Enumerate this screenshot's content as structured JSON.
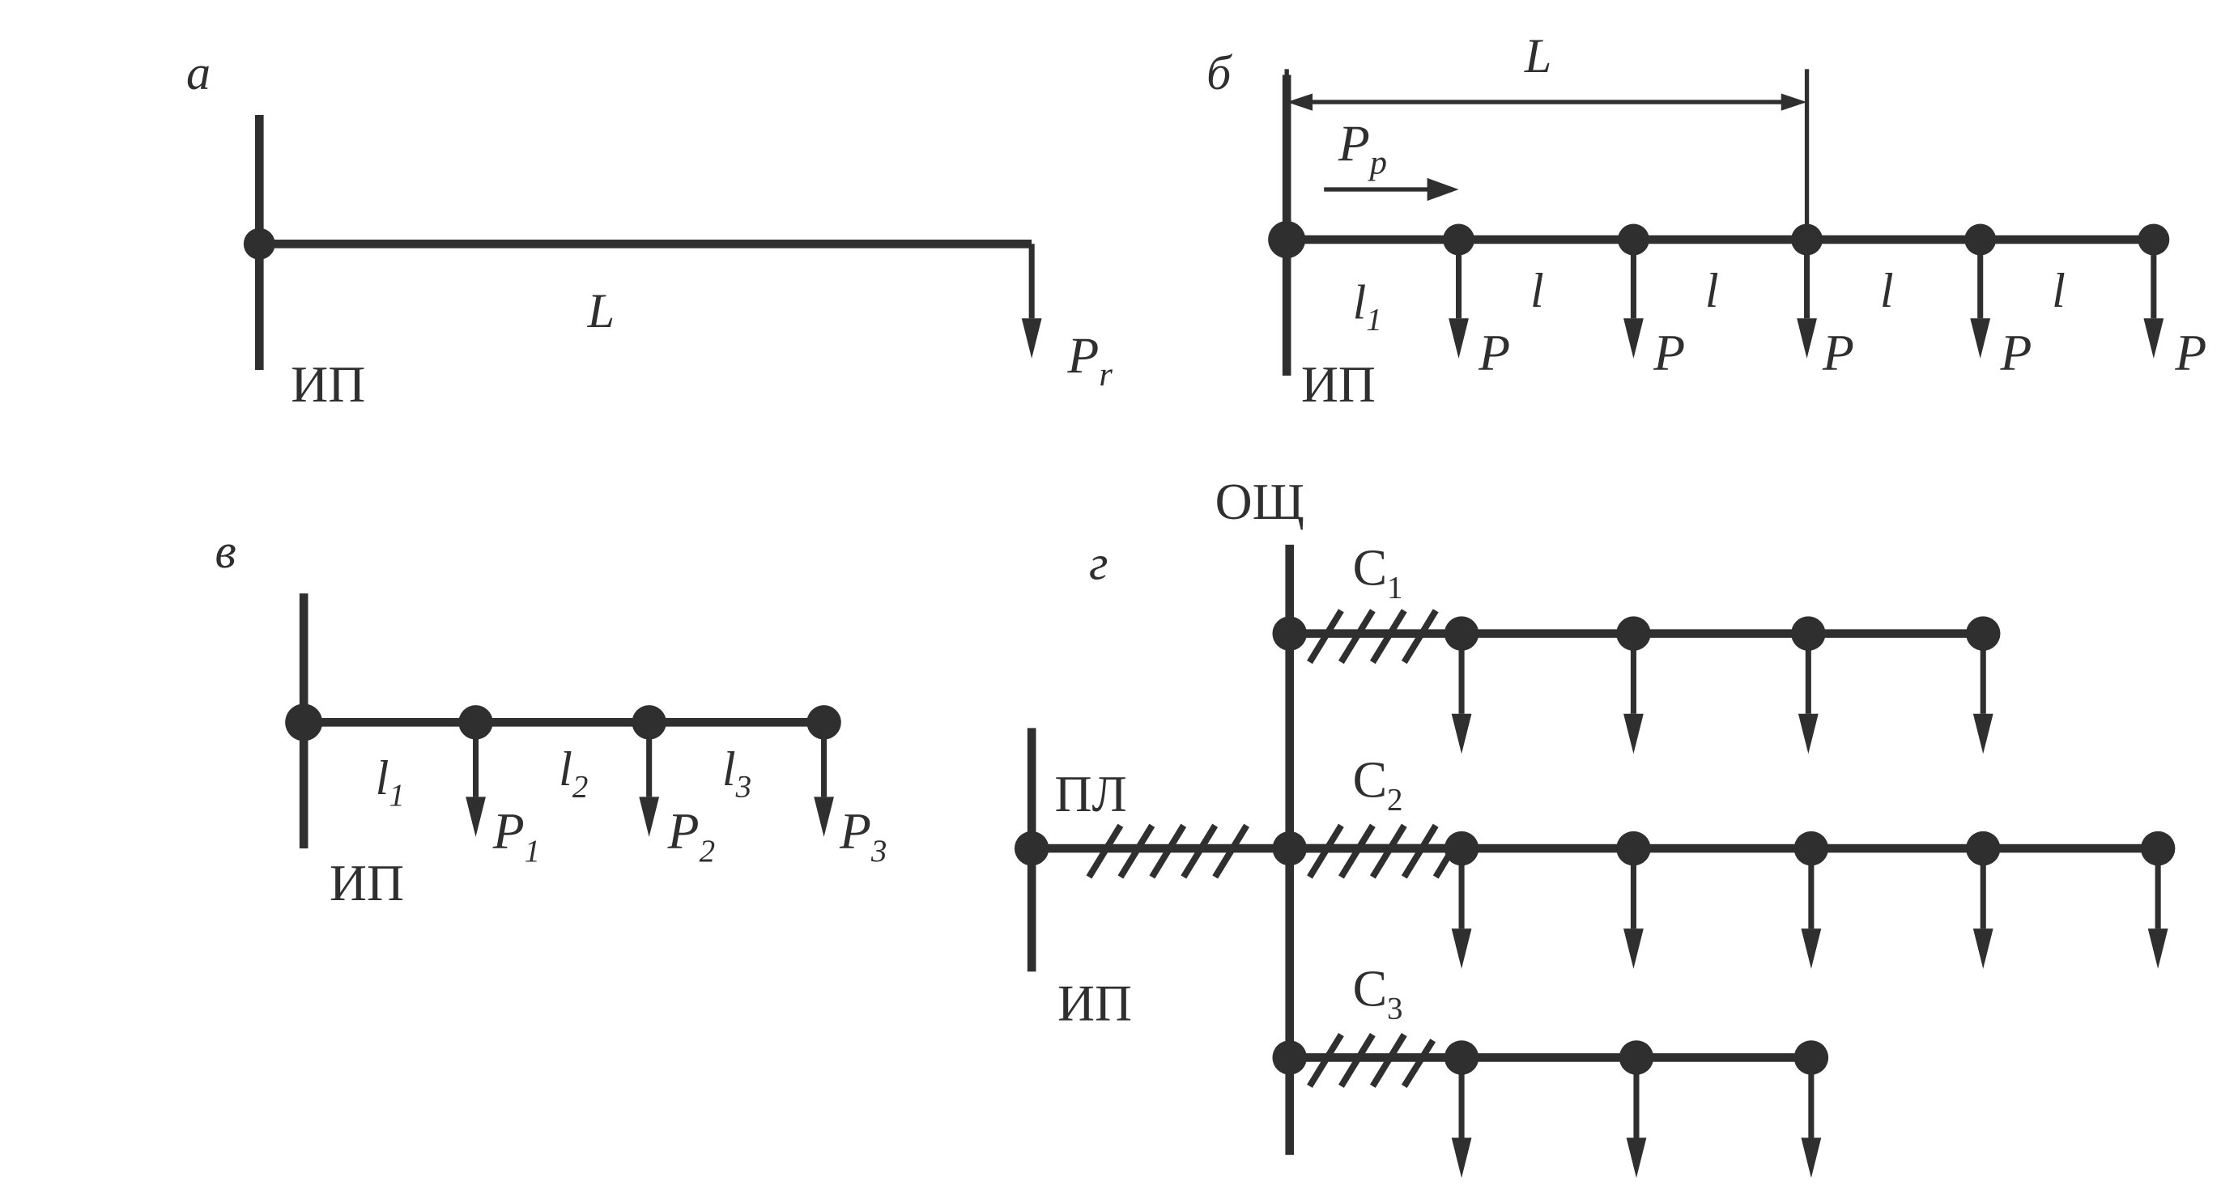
{
  "panels": {
    "a": {
      "label": "а",
      "L": "L",
      "source": "ИП",
      "load": {
        "base": "P",
        "sub": "r"
      }
    },
    "b": {
      "label": "б",
      "L": "L",
      "source": "ИП",
      "rated": {
        "base": "P",
        "sub": "р"
      },
      "first_segment": {
        "base": "l",
        "sub": "1"
      },
      "segment": "l",
      "load": "P"
    },
    "v": {
      "label": "в",
      "source": "ИП",
      "segments": [
        {
          "base": "l",
          "sub": "1"
        },
        {
          "base": "l",
          "sub": "2"
        },
        {
          "base": "l",
          "sub": "3"
        }
      ],
      "loads": [
        {
          "base": "P",
          "sub": "1"
        },
        {
          "base": "P",
          "sub": "2"
        },
        {
          "base": "P",
          "sub": "3"
        }
      ]
    },
    "g": {
      "label": "г",
      "shield": "ОЩ",
      "line": "ПЛ",
      "source": "ИП",
      "sections": [
        {
          "base": "C",
          "sub": "1"
        },
        {
          "base": "C",
          "sub": "2"
        },
        {
          "base": "C",
          "sub": "3"
        }
      ]
    }
  }
}
